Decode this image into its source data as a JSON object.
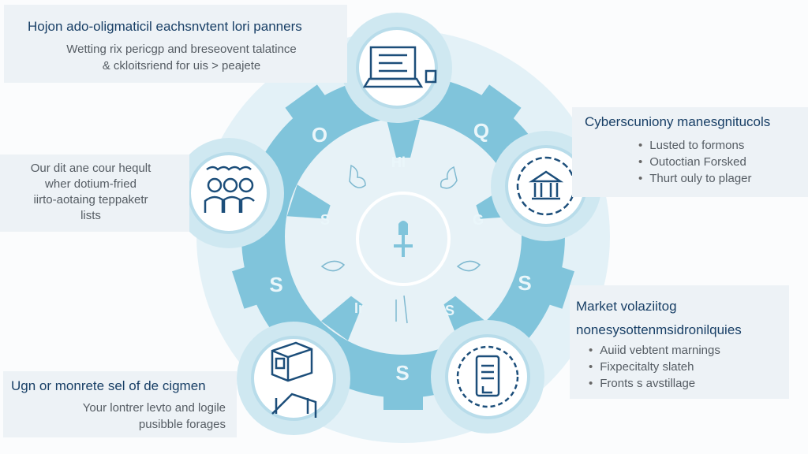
{
  "center": {
    "icon": "shovel-plus-icon"
  },
  "gear_letters": [
    "O",
    "Q",
    "S",
    "S",
    "S"
  ],
  "spoke_glyphs": [
    "Hl",
    "G",
    "S",
    "Ir",
    "S"
  ],
  "nodes": [
    {
      "icon": "laptop-document-icon"
    },
    {
      "icon": "people-group-icon"
    },
    {
      "icon": "bank-gear-icon"
    },
    {
      "icon": "building-box-icon"
    },
    {
      "icon": "mobile-chain-icon"
    }
  ],
  "panels": {
    "top_left": {
      "title": "Hojon ado-oligmaticil eachsnvtent lori panners",
      "lines": [
        "Wetting rix pericgp and breseovent talatince",
        "& ckloitsriend for uis > peajete"
      ]
    },
    "left": {
      "lines": [
        "Our dit ane cour heqult",
        "wher dotium-fried",
        "iirto-aotaing teppaketr",
        "lists"
      ]
    },
    "right": {
      "title": "Cyberscuniony manesgnitucols",
      "bullets": [
        "Lusted to formons",
        "Outoctian Forsked",
        "Thurt ouly to plager"
      ]
    },
    "bottom_right": {
      "title_lines": [
        "Market volaziitog",
        "nonesysottenmsidronilquies"
      ],
      "bullets": [
        "Auiid vebtent marnings",
        "Fixpecitalty slateh",
        "Fronts s avstillage"
      ]
    },
    "bottom_left": {
      "title": "Ugn or monrete sel of de cigmen",
      "lines": [
        "Your lontrer levto and logile",
        "pusibble forages"
      ]
    }
  },
  "colors": {
    "ring": "#7fc3da",
    "light": "#d6ecf4",
    "inner": "#e8f3f8",
    "ink": "#1c4e7a"
  }
}
